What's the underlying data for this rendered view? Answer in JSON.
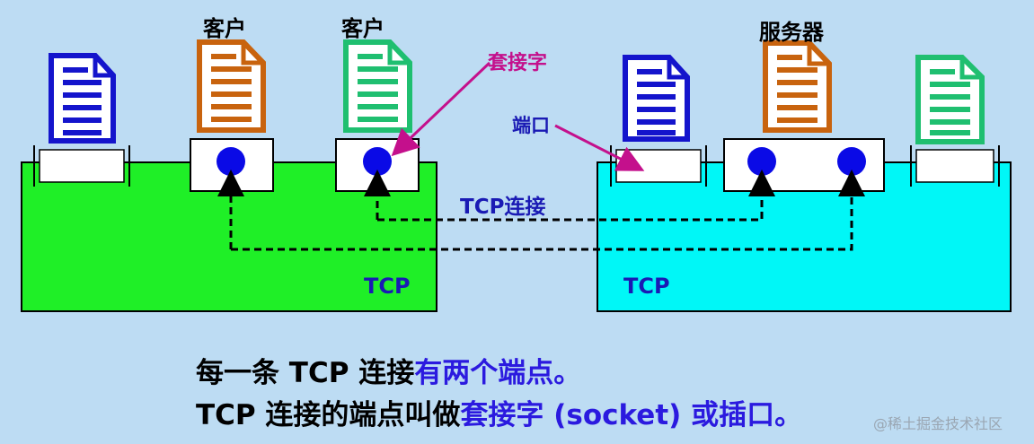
{
  "labels": {
    "client_1": "客户",
    "client_2": "客户",
    "server": "服务器",
    "socket": "套接字",
    "port": "端口",
    "tcp_connection": "TCP连接",
    "tcp_left": "TCP",
    "tcp_right": "TCP"
  },
  "caption": {
    "line1_plain": "每一条 TCP 连接",
    "line1_highlight": "有两个端点。",
    "line2_plain": "TCP 连接的端点叫做",
    "line2_highlight": "套接字 (socket) 或插口。"
  },
  "watermark": "@稀土掘金技术社区",
  "colors": {
    "background": "#bddcf3",
    "left_host": "#1fef27",
    "right_host": "#00f7f7",
    "doc_blue": "#1414cc",
    "doc_orange": "#c8630e",
    "doc_green": "#1fbf70",
    "socket_dot": "#0a0ae6",
    "socket_arrow": "#c4108c",
    "port_label": "#1a1ab4",
    "tcp_label": "#1a1ab4",
    "highlight_text": "#2b1adf"
  },
  "icons": [
    "document-icon"
  ]
}
